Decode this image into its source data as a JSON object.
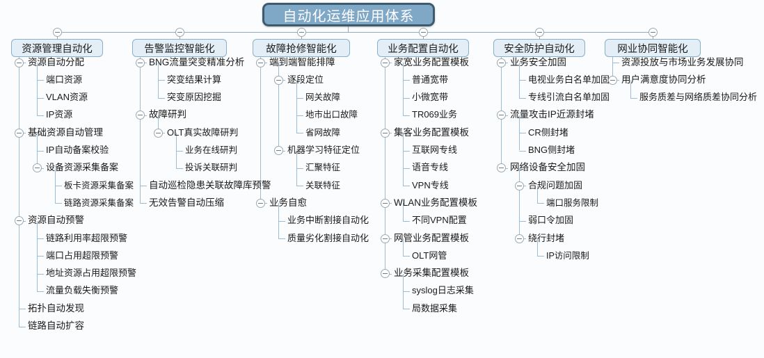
{
  "diagram": {
    "type": "mindmap",
    "title": "自动化运维应用体系",
    "root": {
      "label": "自动化运维应用体系"
    },
    "collapse_icon": "minus-circle-icon",
    "colors": {
      "root_fill": "#7fa7c6",
      "root_border": "#3e5a6e",
      "root_text": "#ffffff",
      "branch_fill": "#e4eef6",
      "branch_border": "#8aafc9",
      "line": "#9dbbd2",
      "text": "#1a1a1a",
      "background": "#fbfcfd"
    },
    "branches": [
      {
        "label": "资源管理自动化",
        "children": [
          {
            "label": "资源自动分配",
            "children": [
              {
                "label": "端口资源"
              },
              {
                "label": "VLAN资源"
              },
              {
                "label": "IP资源"
              }
            ]
          },
          {
            "label": "基础资源自动管理",
            "children": [
              {
                "label": "IP自动备案校验"
              },
              {
                "label": "设备资源采集备案",
                "children": [
                  {
                    "label": "板卡资源采集备案"
                  },
                  {
                    "label": "链路资源采集备案"
                  }
                ]
              }
            ]
          },
          {
            "label": "资源自动预警",
            "children": [
              {
                "label": "链路利用率超限预警"
              },
              {
                "label": "端口占用超限预警"
              },
              {
                "label": "地址资源占用超限预警"
              },
              {
                "label": "流量负载失衡预警"
              }
            ]
          },
          {
            "label": "拓扑自动发现"
          },
          {
            "label": "链路自动扩容"
          }
        ]
      },
      {
        "label": "告警监控智能化",
        "children": [
          {
            "label": "BNG流量突变精准分析",
            "children": [
              {
                "label": "突变结果计算"
              },
              {
                "label": "突变原因挖掘"
              }
            ]
          },
          {
            "label": "故障研判",
            "children": [
              {
                "label": "OLT真实故障研判",
                "children": [
                  {
                    "label": "业务在线研判"
                  },
                  {
                    "label": "投诉关联研判"
                  }
                ]
              }
            ]
          },
          {
            "label": "自动巡检隐患关联故障库预警"
          },
          {
            "label": "无效告警自动压缩"
          }
        ]
      },
      {
        "label": "故障抢修智能化",
        "children": [
          {
            "label": "端到端智能排障",
            "children": [
              {
                "label": "逐段定位",
                "children": [
                  {
                    "label": "网关故障"
                  },
                  {
                    "label": "地市出口故障"
                  },
                  {
                    "label": "省网故障"
                  }
                ]
              },
              {
                "label": "机器学习特征定位",
                "children": [
                  {
                    "label": "汇聚特征"
                  },
                  {
                    "label": "关联特征"
                  }
                ]
              }
            ]
          },
          {
            "label": "业务自愈",
            "children": [
              {
                "label": "业务中断割接自动化"
              },
              {
                "label": "质量劣化割接自动化"
              }
            ]
          }
        ]
      },
      {
        "label": "业务配置自动化",
        "children": [
          {
            "label": "家宽业务配置模板",
            "children": [
              {
                "label": "普通宽带"
              },
              {
                "label": "小微宽带"
              },
              {
                "label": "TR069业务"
              }
            ]
          },
          {
            "label": "集客业务配置模板",
            "children": [
              {
                "label": "互联网专线"
              },
              {
                "label": "语音专线"
              },
              {
                "label": "VPN专线"
              }
            ]
          },
          {
            "label": "WLAN业务配置模板",
            "children": [
              {
                "label": "不同VPN配置"
              }
            ]
          },
          {
            "label": "网管业务配置模板",
            "children": [
              {
                "label": "OLT网管"
              }
            ]
          },
          {
            "label": "业务采集配置模板",
            "children": [
              {
                "label": "syslog日志采集"
              },
              {
                "label": "局数据采集"
              }
            ]
          }
        ]
      },
      {
        "label": "安全防护自动化",
        "children": [
          {
            "label": "业务安全加固",
            "children": [
              {
                "label": "电视业务白名单加固"
              },
              {
                "label": "专线引流白名单加固"
              }
            ]
          },
          {
            "label": "流量攻击IP近源封堵",
            "children": [
              {
                "label": "CR侧封堵"
              },
              {
                "label": "BNG侧封堵"
              }
            ]
          },
          {
            "label": "网络设备安全加固",
            "children": [
              {
                "label": "合规问题加固",
                "children": [
                  {
                    "label": "端口服务限制"
                  }
                ]
              },
              {
                "label": "弱口令加固"
              },
              {
                "label": "绕行封堵",
                "children": [
                  {
                    "label": "IP访问限制"
                  }
                ]
              }
            ]
          }
        ]
      },
      {
        "label": "网业协同智能化",
        "children": [
          {
            "label": "资源投放与市场业务发展协同"
          },
          {
            "label": "用户满意度协同分析",
            "children": [
              {
                "label": "服务质差与网络质差协同分析"
              }
            ]
          }
        ]
      }
    ]
  }
}
